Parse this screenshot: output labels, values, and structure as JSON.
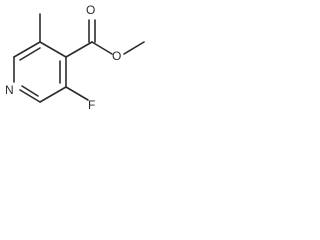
{
  "molecule": {
    "atom_labels": {
      "nitrogen": "N",
      "fluorine": "F",
      "carbonyl_oxygen": "O",
      "ester_oxygen": "O"
    }
  }
}
